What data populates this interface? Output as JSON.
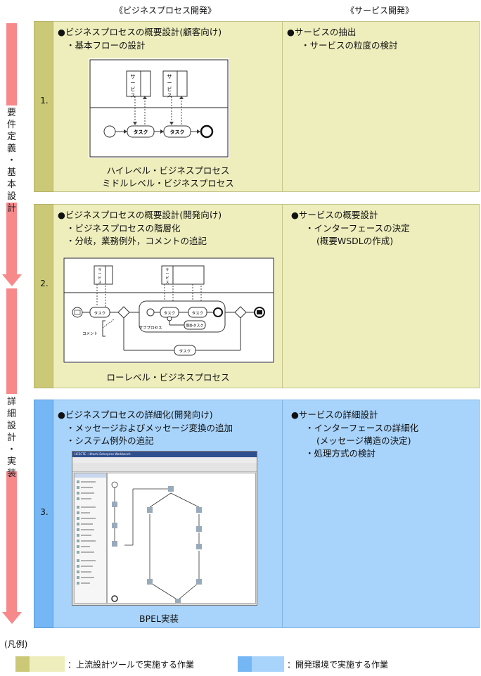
{
  "columns": {
    "business": "《ビジネスプロセス開発》",
    "service": "《サービス開発》"
  },
  "phases": {
    "phase1": [
      "要",
      "件",
      "定",
      "義",
      "・",
      "基",
      "本",
      "設",
      "計"
    ],
    "phase2": [
      "詳",
      "細",
      "設",
      "計",
      "・",
      "実",
      "装"
    ]
  },
  "rows": [
    {
      "number": "1.",
      "business": {
        "heading": "●ビジネスプロセスの概要設計(顧客向け)",
        "items": [
          "・基本フローの設計"
        ],
        "diagram_labels": {
          "service": "サービス",
          "task": "タスク"
        },
        "captions": [
          "ハイレベル・ビジネスプロセス",
          "ミドルレベル・ビジネスプロセス"
        ]
      },
      "service": {
        "heading": "●サービスの抽出",
        "items": [
          "・サービスの粒度の検討"
        ]
      }
    },
    {
      "number": "2.",
      "business": {
        "heading": "●ビジネスプロセスの概要設計(開発向け)",
        "items": [
          "・ビジネスプロセスの階層化",
          "・分岐，業務例外，コメントの追記"
        ],
        "diagram_labels": {
          "service": "サービス",
          "task": "タスク",
          "comment": "コメント",
          "subprocess": "サブプロセス",
          "exception_task": "例外タスク"
        },
        "captions": [
          "ローレベル・ビジネスプロセス"
        ]
      },
      "service": {
        "heading": "●サービスの概要設計",
        "items": [
          "・インターフェースの決定"
        ],
        "items_indented": [
          "(概要WSDLの作成)"
        ]
      }
    },
    {
      "number": "3.",
      "business": {
        "heading": "●ビジネスプロセスの詳細化(開発向け)",
        "items": [
          "・メッセージおよびメッセージ変換の追加",
          "・システム例外の追記"
        ],
        "screenshot_title": "HCSCTE - Hitachi Enterprise Workbench",
        "captions": [
          "BPEL実装"
        ]
      },
      "service": {
        "heading": "●サービスの詳細設計",
        "items": [
          "・インターフェースの詳細化"
        ],
        "items_indented": [
          "(メッセージ構造の決定)"
        ],
        "items_after": [
          "・処理方式の検討"
        ]
      }
    }
  ],
  "legend": {
    "title": "(凡例)",
    "items": [
      {
        "label": "：上流設計ツールで実施する作業",
        "color_dark": "#cbc978",
        "color_light": "#eeeebd"
      },
      {
        "label": "：開発環境で実施する作業",
        "color_dark": "#75b6f4",
        "color_light": "#a8d3fa"
      }
    ]
  },
  "colors": {
    "phase_arrow": "#f7898b",
    "upstream_dark": "#cbc978",
    "upstream_light": "#eeeebd",
    "dev_dark": "#75b6f4",
    "dev_light": "#a8d3fa"
  }
}
